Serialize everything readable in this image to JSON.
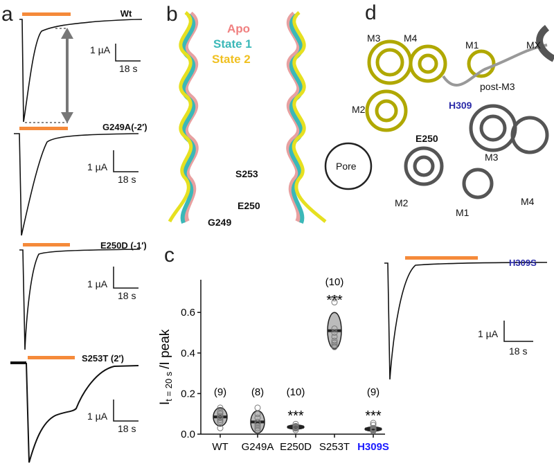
{
  "panels": {
    "a": "a",
    "b": "b",
    "c": "c",
    "d": "d"
  },
  "traces": [
    {
      "name": "Wt",
      "scale_current": "1 µA",
      "scale_time": "18 s"
    },
    {
      "name": "G249A(-2′)",
      "scale_current": "1 µA",
      "scale_time": "18 s"
    },
    {
      "name": "E250D (-1′)",
      "scale_current": "1 µA",
      "scale_time": "18 s"
    },
    {
      "name": "S253T (2′)",
      "scale_current": "1 µA",
      "scale_time": "18 s"
    },
    {
      "name": "H309S",
      "scale_current": "1 µA",
      "scale_time": "18 s"
    }
  ],
  "structure_b": {
    "legend": [
      {
        "label": "Apo",
        "color": "#f08080"
      },
      {
        "label": "State 1",
        "color": "#3bb8b8"
      },
      {
        "label": "State 2",
        "color": "#f0c020"
      }
    ],
    "residues": [
      "S253",
      "E250",
      "G249"
    ]
  },
  "structure_d": {
    "labels": [
      "M3",
      "M4",
      "M1",
      "MX",
      "post-M3",
      "H309",
      "M2",
      "E250",
      "Pore",
      "M3",
      "M2",
      "M1",
      "M4"
    ]
  },
  "colors": {
    "agonist_bar": "#f58a3a",
    "h309_label": "#2a2aa8",
    "h309s_tick": "#1a1aff"
  },
  "chart_data": {
    "type": "scatter",
    "title": "",
    "ylabel_main": "I",
    "ylabel_sub": "t = 20 s",
    "ylabel_tail": "/I peak",
    "xlabel": "",
    "ylim": [
      0,
      0.75
    ],
    "yticks": [
      "0.0",
      "0.2",
      "0.4",
      "0.6"
    ],
    "ytick_values": [
      0,
      0.2,
      0.4,
      0.6
    ],
    "categories": [
      "WT",
      "G249A",
      "E250D",
      "S253T",
      "H309S"
    ],
    "n_labels": [
      "(9)",
      "(8)",
      "(10)",
      "(10)",
      "(9)"
    ],
    "significance": [
      "",
      "",
      "***",
      "***",
      "***"
    ],
    "means": [
      0.085,
      0.06,
      0.035,
      0.51,
      0.025
    ],
    "spread": [
      0.045,
      0.055,
      0.008,
      0.09,
      0.008
    ],
    "points": [
      [
        0.13,
        0.11,
        0.1,
        0.09,
        0.085,
        0.08,
        0.07,
        0.06,
        0.03
      ],
      [
        0.13,
        0.1,
        0.08,
        0.06,
        0.05,
        0.04,
        0.03,
        0.02
      ],
      [
        0.05,
        0.04,
        0.038,
        0.036,
        0.034,
        0.032,
        0.03,
        0.03,
        0.028,
        0.02
      ],
      [
        0.67,
        0.65,
        0.52,
        0.5,
        0.48,
        0.46,
        0.45,
        0.44,
        0.43,
        0.43
      ],
      [
        0.055,
        0.045,
        0.03,
        0.028,
        0.025,
        0.022,
        0.02,
        0.018,
        0.015
      ]
    ]
  }
}
